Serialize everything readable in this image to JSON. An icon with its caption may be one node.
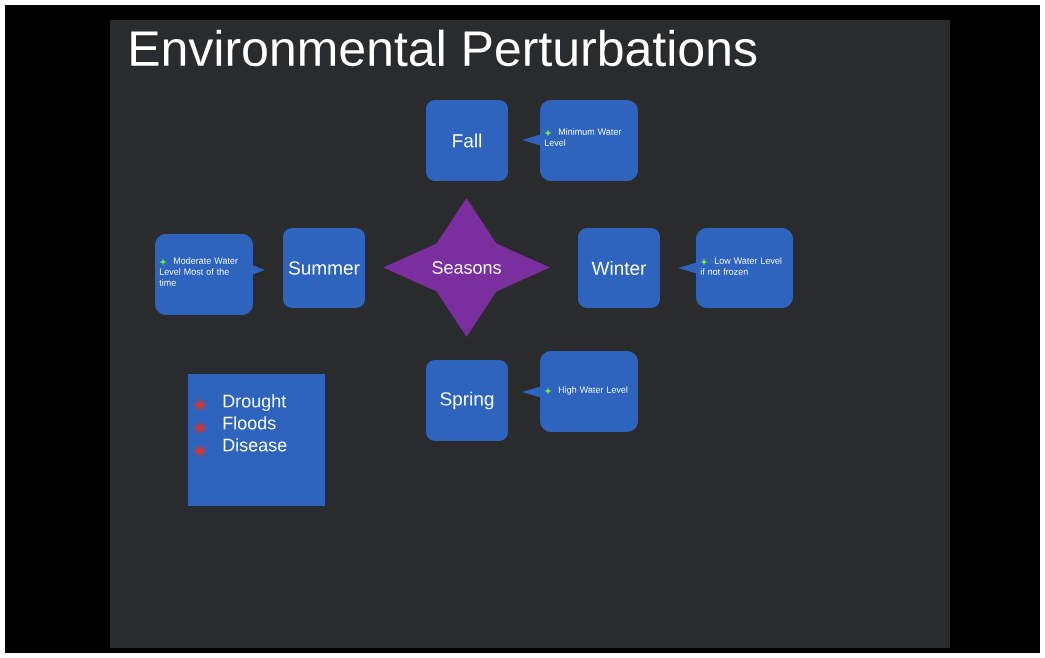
{
  "diagram": {
    "title": "Environmental Perturbations",
    "nodes": [
      {
        "text": [
          "Fall"
        ]
      },
      {
        "text": [
          "Minimum Water Level"
        ]
      },
      {
        "text": [
          "Moderate Water Level Most of the time"
        ]
      },
      {
        "text": [
          "Summer"
        ]
      },
      {
        "text": [
          "Seasons"
        ]
      },
      {
        "text": [
          "Winter"
        ]
      },
      {
        "text": [
          "Low Water Level if not frozen"
        ]
      },
      {
        "text": [
          "Spring"
        ]
      },
      {
        "text": [
          "High Water Level"
        ]
      },
      {
        "text": [
          "Drought",
          "Floods",
          "Disease"
        ]
      }
    ]
  }
}
